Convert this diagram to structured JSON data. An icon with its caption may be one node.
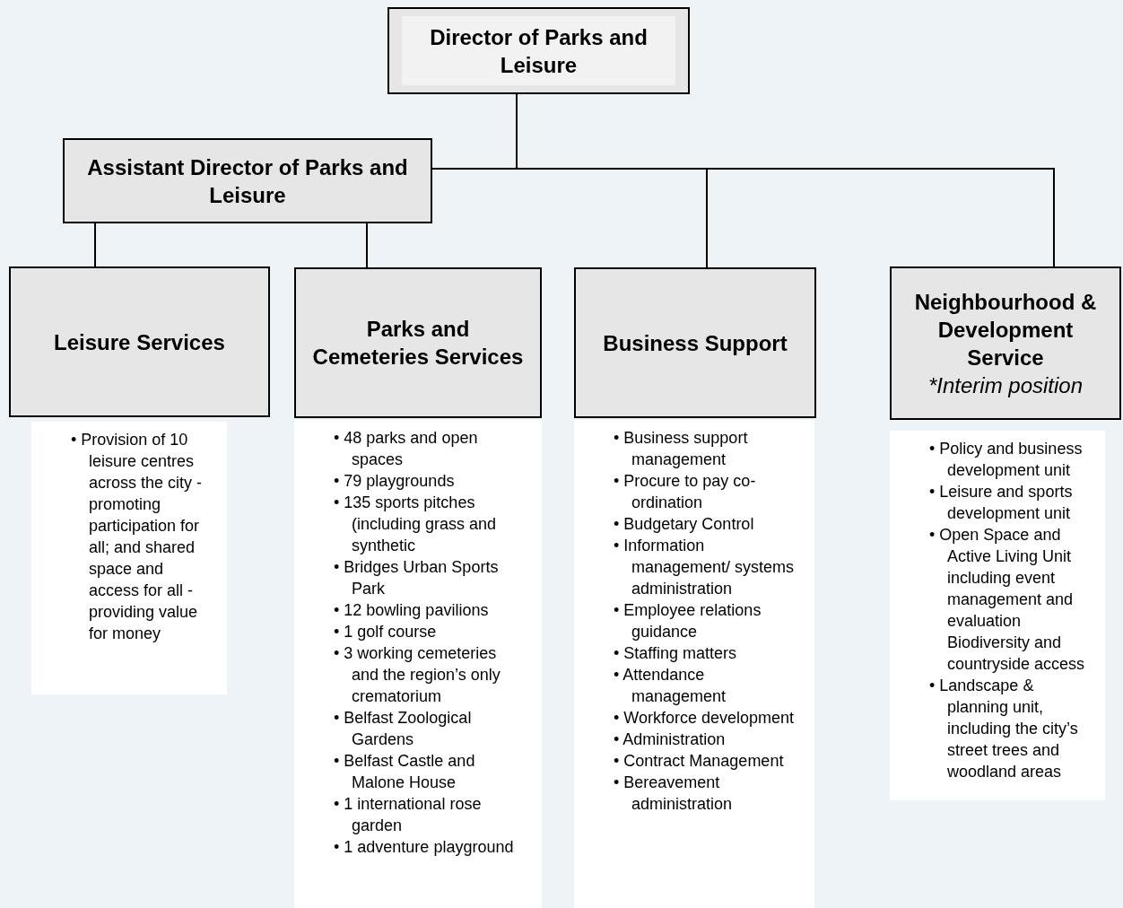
{
  "diagram": {
    "nodes": [
      {
        "text": [
          "Director of Parks and Leisure"
        ]
      },
      {
        "text": [
          "Assistant Director of Parks and Leisure"
        ]
      },
      {
        "text": [
          "Leisure Services"
        ]
      },
      {
        "text": [
          "Parks and Cemeteries Services"
        ]
      },
      {
        "text": [
          "Business Support"
        ]
      },
      {
        "text": [
          "Neighbourhood & Development Service",
          "*Interim position"
        ]
      },
      {
        "text": [
          "• Provision of 10 leisure centres across the city - promoting participation for all; and shared space and access for all - providing value for money"
        ]
      },
      {
        "text": [
          "• 48 parks and open spaces",
          "• 79 playgrounds",
          "• 135 sports pitches (including grass and synthetic",
          "• Bridges Urban Sports Park",
          "• 12 bowling pavilions",
          "• 1 golf course",
          "• 3 working cemeteries and the region’s only crematorium",
          "• Belfast Zoological Gardens",
          "• Belfast Castle and Malone House",
          "• 1 international rose garden",
          "• 1 adventure playground"
        ]
      },
      {
        "text": [
          "• Business support management",
          "• Procure to pay co-ordination",
          "• Budgetary Control",
          "• Information management/ systems administration",
          "• Employee relations guidance",
          "• Staffing matters",
          "• Attendance management",
          "• Workforce development",
          "• Administration",
          "• Contract Management",
          "• Bereavement administration"
        ]
      },
      {
        "text": [
          "• Policy  and business development unit",
          "• Leisure and sports development unit",
          "• Open Space and Active Living Unit including event management and evaluation Biodiversity and countryside access",
          "• Landscape & planning unit, including the  city’s street trees and woodland areas"
        ]
      }
    ],
    "edges": [
      {
        "from": 0,
        "to": 1,
        "arrow": "none"
      },
      {
        "from": 0,
        "to": 4,
        "arrow": "none"
      },
      {
        "from": 0,
        "to": 5,
        "arrow": "none"
      },
      {
        "from": 1,
        "to": 2,
        "arrow": "none"
      },
      {
        "from": 1,
        "to": 3,
        "arrow": "none"
      }
    ]
  }
}
